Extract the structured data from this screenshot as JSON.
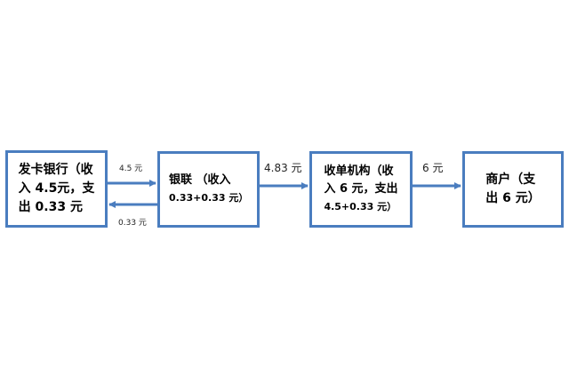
{
  "nodes": {
    "issuer": [
      "发卡银行（收",
      "入 4.5元，支",
      "出 0.33 元"
    ],
    "unionpay": [
      "银联 （收入",
      "0.33+0.33 元）"
    ],
    "acquirer": [
      "收单机构（收",
      "入 6 元，支出",
      "4.5+0.33 元）"
    ],
    "merchant": [
      "商户（支",
      "出 6 元）"
    ]
  },
  "edges": {
    "issuer_to_unionpay": "4.5 元",
    "unionpay_to_issuer": "0.33 元",
    "unionpay_to_acquirer": "4.83 元",
    "acquirer_to_merchant": "6 元"
  },
  "colors": {
    "border": "#4a7dbf",
    "arrow": "#4a7dbf"
  }
}
